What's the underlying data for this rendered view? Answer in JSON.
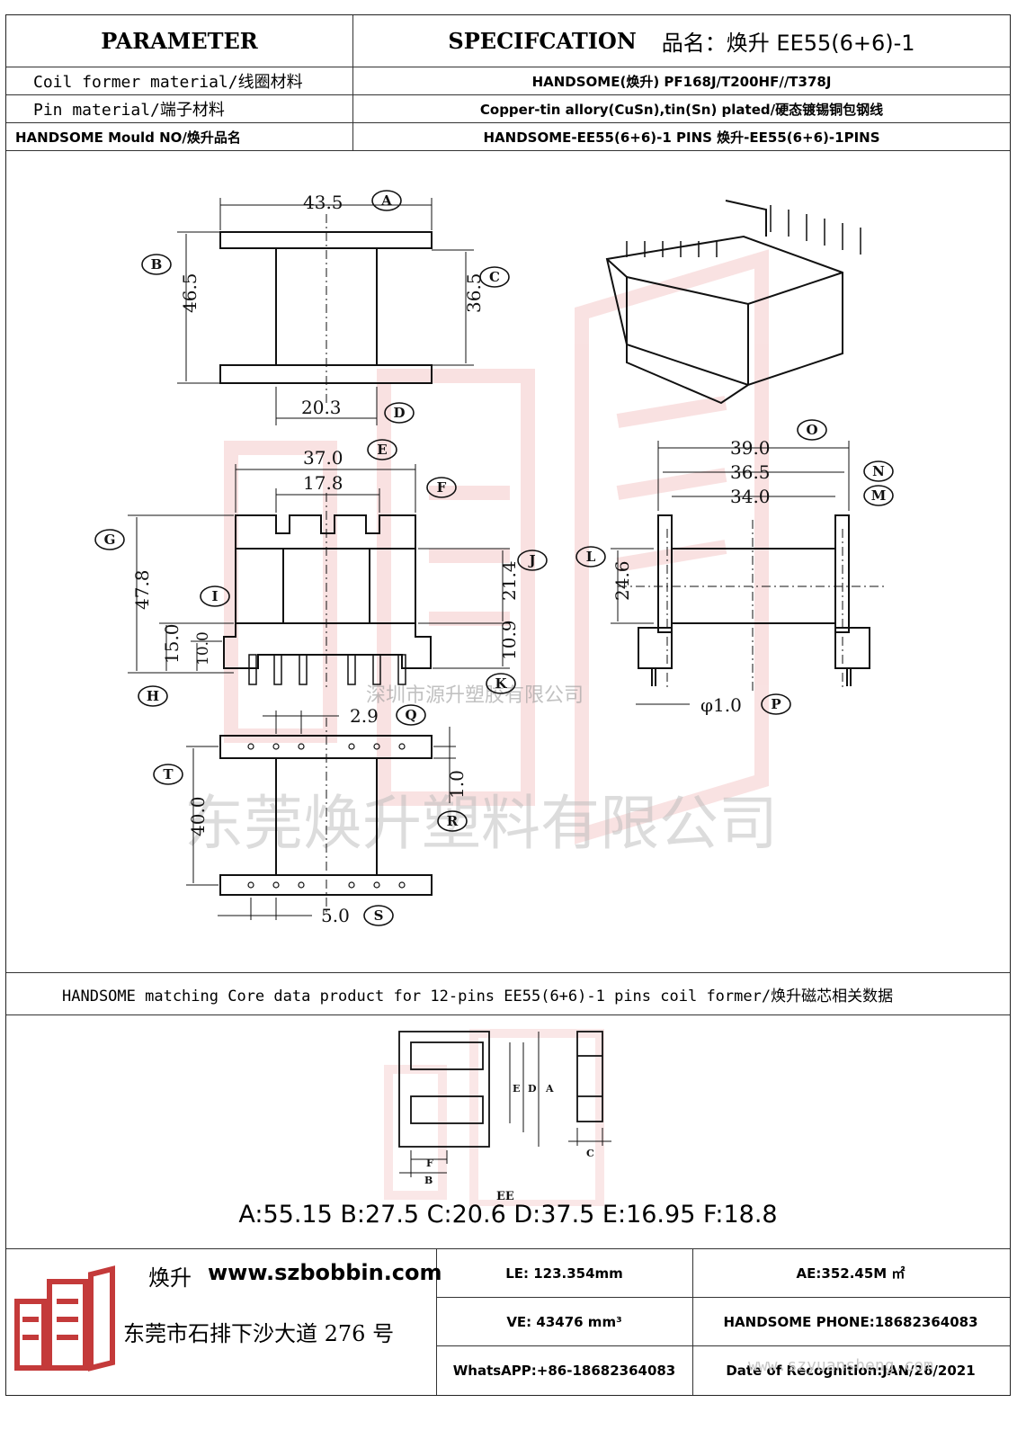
{
  "header": {
    "parameter": "PARAMETER",
    "specification": "SPECIFCATION",
    "product_name": "品名：焕升 EE55(6+6)-1"
  },
  "rows": [
    {
      "label": "Coil former material/线圈材料",
      "value": "HANDSOME(焕升)   PF168J/T200HF//T378J"
    },
    {
      "label": "Pin material/端子材料",
      "value": "Copper-tin allory(CuSn),tin(Sn) plated/硬态镀锡铜包钢线"
    },
    {
      "label": "HANDSOME Mould NO/焕升品名",
      "value": "HANDSOME-EE55(6+6)-1 PINS    焕升-EE55(6+6)-1PINS"
    }
  ],
  "drawing": {
    "dims": {
      "A": "43.5",
      "B": "46.5",
      "C": "36.5",
      "D": "20.3",
      "E": "37.0",
      "F": "17.8",
      "G": "47.8",
      "H": "15.0",
      "I": "10.0",
      "J": "21.4",
      "K": "10.9",
      "L": "24.6",
      "M": "34.0",
      "N": "36.5",
      "O": "39.0",
      "P": "φ1.0",
      "Q": "2.9",
      "R": "1.0",
      "S": "5.0",
      "T": "40.0"
    },
    "watermark_company_small": "深圳市源升塑胶有限公司",
    "watermark_company_large": "东莞焕升塑料有限公司"
  },
  "core_section": {
    "title": "HANDSOME matching Core data  product for 12-pins EE55(6+6)-1 pins coil former/焕升磁芯相关数据",
    "diagram_label": "EE",
    "letters": [
      "A",
      "B",
      "C",
      "D",
      "E",
      "F"
    ],
    "values_line": "A:55.15 B:27.5 C:20.6 D:37.5 E:16.95 F:18.8"
  },
  "footer": {
    "brand": "焕升",
    "website": "www.szbobbin.com",
    "address": "东莞市石排下沙大道 276 号",
    "le": "LE: 123.354mm",
    "ae": "AE:352.45M ㎡",
    "ve": "VE: 43476 mm³",
    "phone": "HANDSOME PHONE:18682364083",
    "whatsapp": "WhatsAPP:+86-18682364083",
    "date": "Date of Recognition:JAN/26/2021",
    "watermark_url": "www.szyuansheng.com"
  },
  "colors": {
    "watermark_red": "#e06060",
    "line": "#222222"
  }
}
